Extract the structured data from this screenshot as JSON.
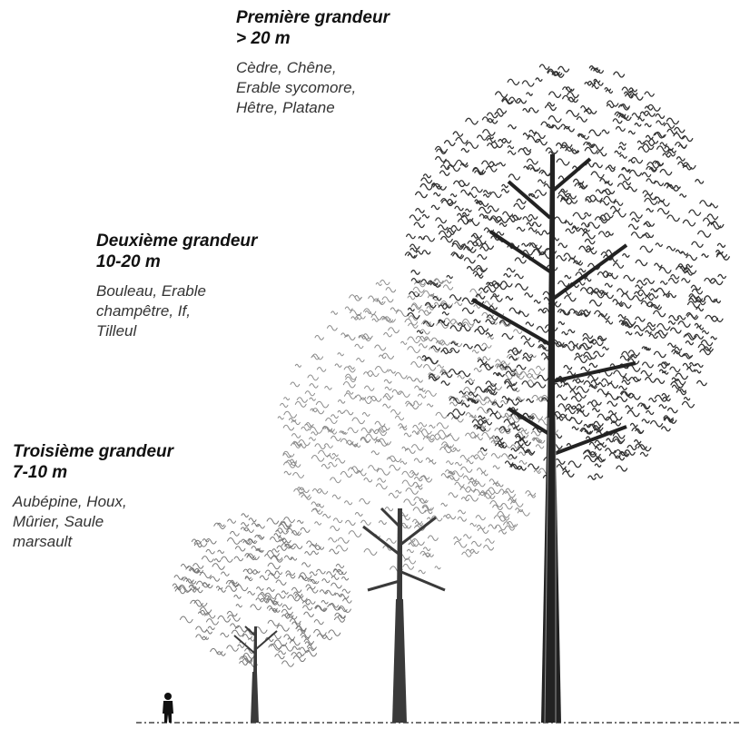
{
  "categories": [
    {
      "title_line1": "Première grandeur",
      "title_line2": "> 20 m",
      "species": [
        "Cèdre, Chêne,",
        "Erable sycomore,",
        "Hêtre, Platane"
      ]
    },
    {
      "title_line1": "Deuxième grandeur",
      "title_line2": "10-20 m",
      "species": [
        "Bouleau, Erable",
        "champêtre, If,",
        "Tilleul"
      ]
    },
    {
      "title_line1": "Troisième grandeur",
      "title_line2": "7-10 m",
      "species": [
        "Aubépine, Houx,",
        "Mûrier, Saule",
        "marsault"
      ]
    }
  ],
  "illustration": {
    "trees": [
      "large-tree",
      "medium-tree",
      "small-tree"
    ],
    "human_figure": "person-silhouette",
    "colors": {
      "ink_dark": "#1a1a1a",
      "ink_mid": "#555555",
      "ink_light": "#999999"
    }
  }
}
